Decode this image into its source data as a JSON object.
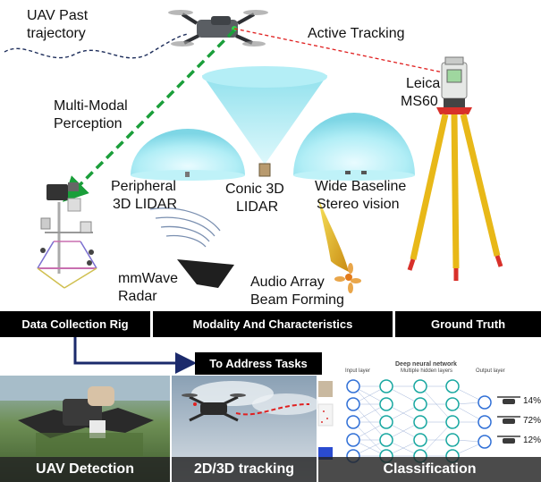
{
  "labels": {
    "uav_past_line1": "UAV Past",
    "uav_past_line2": "trajectory",
    "active_tracking": "Active Tracking",
    "leica_line1": "Leica",
    "leica_line2": "MS60",
    "mm_perception_line1": "Multi-Modal",
    "mm_perception_line2": "Perception",
    "peripheral_line1": "Peripheral",
    "peripheral_line2": "3D LIDAR",
    "conic_line1": "Conic 3D",
    "conic_line2": "LIDAR",
    "wide_line1": "Wide Baseline",
    "wide_line2": "Stereo vision",
    "mmwave_line1": "mmWave",
    "mmwave_line2": "Radar",
    "audio_line1": "Audio Array",
    "audio_line2": "Beam Forming"
  },
  "bars": {
    "data_collection_rig": "Data Collection Rig",
    "modality": "Modality And Characteristics",
    "ground_truth": "Ground Truth"
  },
  "task_box": "To Address Tasks",
  "panels": {
    "uav_detection": "UAV Detection",
    "tracking": "2D/3D tracking",
    "classification": "Classification"
  },
  "network": {
    "title": "Deep neural network",
    "input_label": "Input layer",
    "hidden_label": "Multiple hidden layers",
    "output_label": "Output layer",
    "percentages": [
      "14%",
      "72%",
      "12%"
    ]
  },
  "colors": {
    "green_arrow": "#1a9e3a",
    "tracking_line": "#e02020",
    "navy_arrow": "#1b2a6b",
    "sensor_cyan": "#7fdcea",
    "tripod_yellow": "#e8b818",
    "tripod_red": "#d8302a",
    "node_blue": "#2f6fd6",
    "node_teal": "#17a7a0"
  }
}
